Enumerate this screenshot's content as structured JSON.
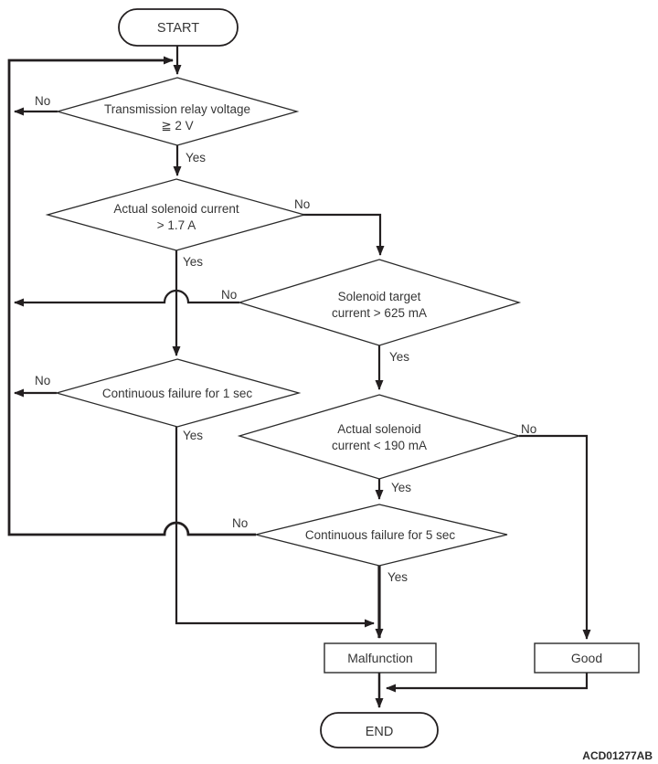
{
  "diagram": {
    "figure_code": "ACD01277AB",
    "colors": {
      "ink": "#231f20",
      "text": "#363636",
      "background": "#ffffff"
    },
    "terminals": {
      "start": "START",
      "end": "END"
    },
    "branch": {
      "yes": "Yes",
      "no": "No"
    },
    "decisions": {
      "relay_voltage": {
        "line1": "Transmission relay voltage",
        "line2": "≧ 2 V"
      },
      "actual_current_high": {
        "line1": "Actual solenoid current",
        "line2": "> 1.7 A"
      },
      "target_current": {
        "line1": "Solenoid target",
        "line2": "current > 625 mA"
      },
      "failure_1sec": {
        "line1": "Continuous failure for 1 sec"
      },
      "actual_current_low": {
        "line1": "Actual solenoid",
        "line2": "current < 190 mA"
      },
      "failure_5sec": {
        "line1": "Continuous failure for 5 sec"
      }
    },
    "results": {
      "malfunction": "Malfunction",
      "good": "Good"
    }
  }
}
